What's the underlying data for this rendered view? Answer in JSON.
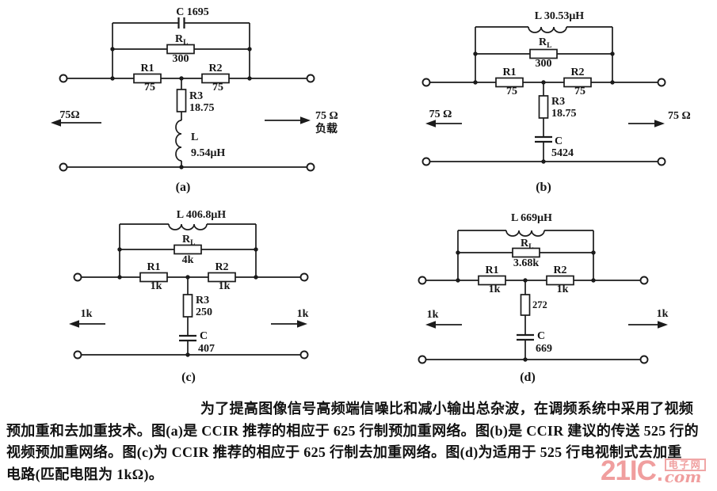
{
  "circuits": {
    "a": {
      "caption": "(a)",
      "top_label": "C 1695",
      "rl_name": "R",
      "rl_sub": "L",
      "rl_value": "300",
      "r1_name": "R1",
      "r1_value": "75",
      "r2_name": "R2",
      "r2_value": "75",
      "r3_name": "R3",
      "r3_value": "18.75",
      "shunt_name": "L",
      "shunt_value": "9.54μH",
      "left_port": "75Ω",
      "right_port": "75 Ω",
      "right_port_sub": "负载"
    },
    "b": {
      "caption": "(b)",
      "top_label": "L 30.53μH",
      "rl_name": "R",
      "rl_sub": "L",
      "rl_value": "300",
      "r1_name": "R1",
      "r1_value": "75",
      "r2_name": "R2",
      "r2_value": "75",
      "r3_name": "R3",
      "r3_value": "18.75",
      "shunt_name": "C",
      "shunt_value": "5424",
      "left_port": "75 Ω",
      "right_port": "75 Ω"
    },
    "c": {
      "caption": "(c)",
      "top_label": "L 406.8μH",
      "rl_name": "R",
      "rl_sub": "L",
      "rl_value": "4k",
      "r1_name": "R1",
      "r1_value": "1k",
      "r2_name": "R2",
      "r2_value": "1k",
      "r3_name": "R3",
      "r3_value": "250",
      "shunt_name": "C",
      "shunt_value": "407",
      "left_port": "1k",
      "right_port": "1k"
    },
    "d": {
      "caption": "(d)",
      "top_label": "L 669μH",
      "rl_name": "R",
      "rl_sub": "L",
      "rl_value": "3.68k",
      "r1_name": "R1",
      "r1_value": "1k",
      "r2_name": "R2",
      "r2_value": "1k",
      "r3_value": "272",
      "shunt_name": "C",
      "shunt_value": "669",
      "left_port": "1k",
      "right_port": "1k"
    }
  },
  "caption_text": {
    "line1": "为了提高图像信号高频端信噪比和减小输出总杂波，在调频系统中采用了视频",
    "line2": "预加重和去加重技术。图(a)是 CCIR 推荐的相应于 625 行制预加重网络。图(b)是 CCIR 建议的传送 525 行的",
    "line3": "视频预加重网络。图(c)为 CCIR 推荐的相应于 625 行制去加重网络。图(d)为适用于 525 行电视制式去加重",
    "line4": "电路(匹配电阻为 1kΩ)。"
  },
  "watermark": {
    "brand": "21IC",
    "dot": ".",
    "cn": "电子网",
    "tld": "com",
    "color": "#f09e9e"
  },
  "colors": {
    "ink": "#1b1b1b",
    "background": "#ffffff"
  }
}
